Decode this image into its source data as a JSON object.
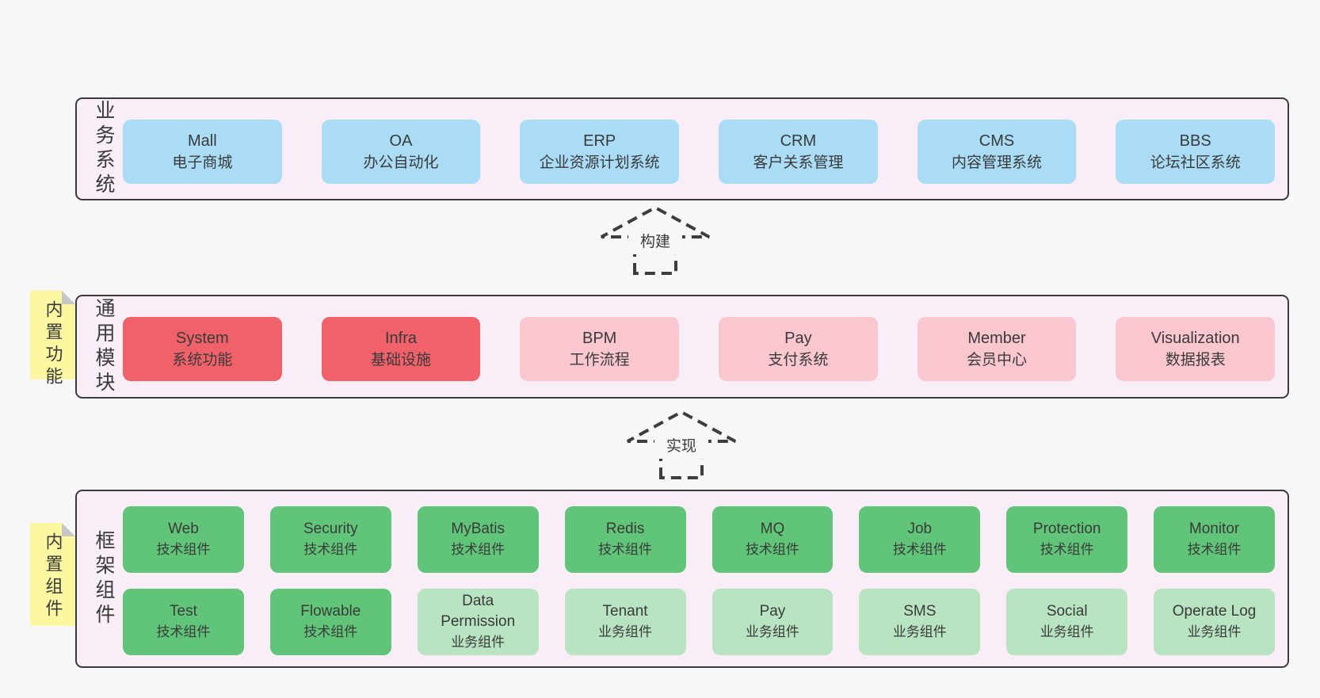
{
  "colors": {
    "page_bg": "#f7f7f7",
    "container_bg": "#f9eef7",
    "container_border": "#3a3a3a",
    "blue_box": "#aadcf6",
    "red_box": "#f0616a",
    "pink_box": "#fac6cf",
    "green_box": "#60c578",
    "light_green_box": "#b9e4c1",
    "sticky_bg": "#fbf8a1",
    "text": "#3a3a3a"
  },
  "arrows": {
    "build": "构建",
    "implement": "实现"
  },
  "layers": {
    "business": {
      "side_label": "业务系统",
      "boxes": [
        {
          "title": "Mall",
          "subtitle": "电子商城"
        },
        {
          "title": "OA",
          "subtitle": "办公自动化"
        },
        {
          "title": "ERP",
          "subtitle": "企业资源计划系统"
        },
        {
          "title": "CRM",
          "subtitle": "客户关系管理"
        },
        {
          "title": "CMS",
          "subtitle": "内容管理系统"
        },
        {
          "title": "BBS",
          "subtitle": "论坛社区系统"
        }
      ]
    },
    "modules": {
      "side_label": "通用模块",
      "sticky_label": "内置功能",
      "boxes": [
        {
          "title": "System",
          "subtitle": "系统功能"
        },
        {
          "title": "Infra",
          "subtitle": "基础设施"
        },
        {
          "title": "BPM",
          "subtitle": "工作流程"
        },
        {
          "title": "Pay",
          "subtitle": "支付系统"
        },
        {
          "title": "Member",
          "subtitle": "会员中心"
        },
        {
          "title": "Visualization",
          "subtitle": "数据报表"
        }
      ]
    },
    "components": {
      "side_label": "框架组件",
      "sticky_label": "内置组件",
      "row1": [
        {
          "title": "Web",
          "subtitle": "技术组件"
        },
        {
          "title": "Security",
          "subtitle": "技术组件"
        },
        {
          "title": "MyBatis",
          "subtitle": "技术组件"
        },
        {
          "title": "Redis",
          "subtitle": "技术组件"
        },
        {
          "title": "MQ",
          "subtitle": "技术组件"
        },
        {
          "title": "Job",
          "subtitle": "技术组件"
        },
        {
          "title": "Protection",
          "subtitle": "技术组件"
        },
        {
          "title": "Monitor",
          "subtitle": "技术组件"
        }
      ],
      "row2": [
        {
          "title": "Test",
          "subtitle": "技术组件"
        },
        {
          "title": "Flowable",
          "subtitle": "技术组件"
        },
        {
          "title": "Data Permission",
          "subtitle": "业务组件"
        },
        {
          "title": "Tenant",
          "subtitle": "业务组件"
        },
        {
          "title": "Pay",
          "subtitle": "业务组件"
        },
        {
          "title": "SMS",
          "subtitle": "业务组件"
        },
        {
          "title": "Social",
          "subtitle": "业务组件"
        },
        {
          "title": "Operate Log",
          "subtitle": "业务组件"
        }
      ]
    }
  }
}
